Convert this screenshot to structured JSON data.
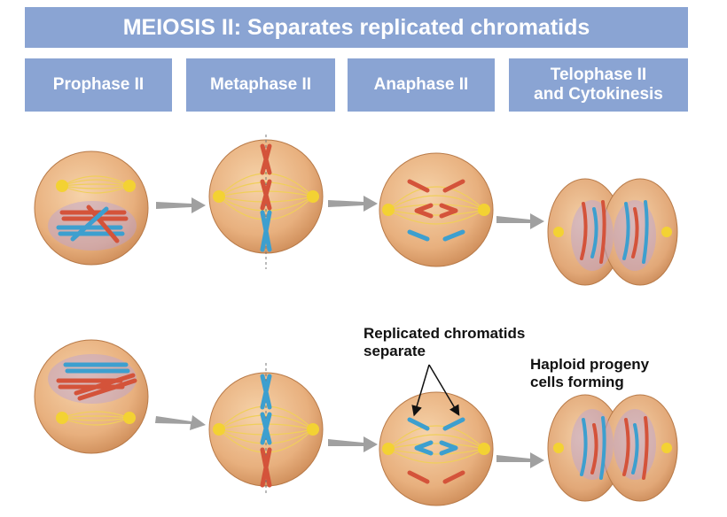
{
  "title": "MEIOSIS II: Separates replicated chromatids",
  "stages": [
    {
      "label": "Prophase II"
    },
    {
      "label": "Metaphase II"
    },
    {
      "label": "Anaphase II"
    },
    {
      "label": "Telophase II\nand Cytokinesis"
    }
  ],
  "annotations": {
    "chromatids": "Replicated chromatids\nseparate",
    "progeny": "Haploid progeny\ncells forming"
  },
  "colors": {
    "banner": "#8aa4d3",
    "cell": "#e8b07e",
    "spindle": "#f0cf5a",
    "chrom_red": "#d4533a",
    "chrom_blue": "#3d9fcf",
    "arrow": "#a0a0a0"
  }
}
